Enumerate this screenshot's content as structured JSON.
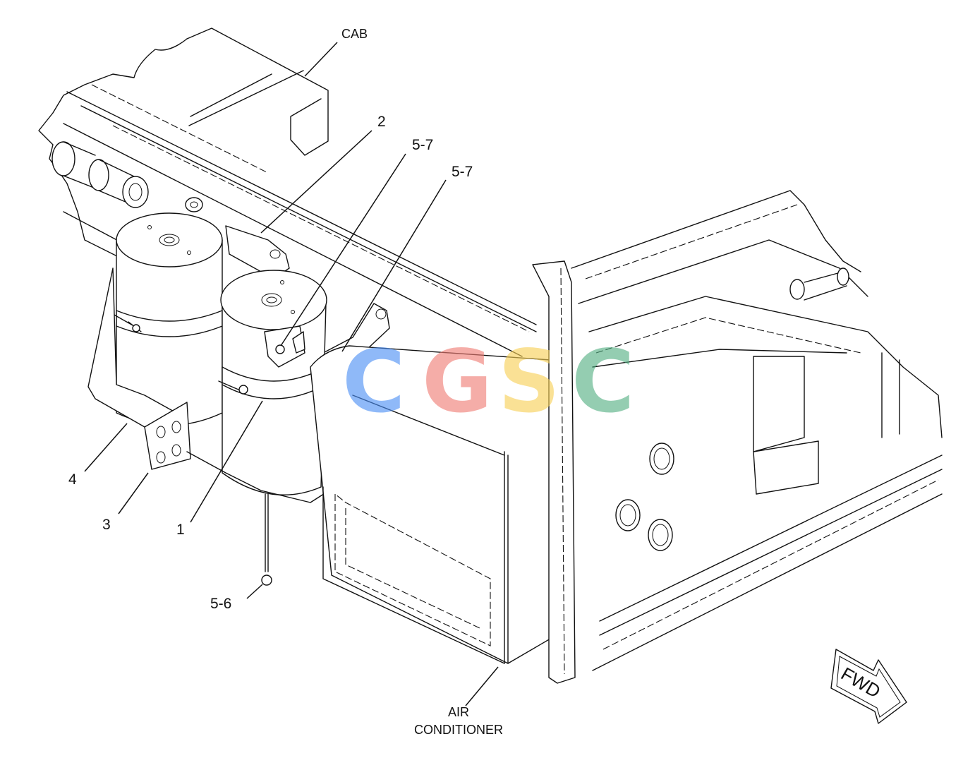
{
  "labels": {
    "cab": "CAB",
    "part_2": "2",
    "part_5_7_a": "5-7",
    "part_5_7_b": "5-7",
    "part_4": "4",
    "part_3": "3",
    "part_1": "1",
    "part_5_6": "5-6",
    "air_line1": "AIR",
    "air_line2": "CONDITIONER",
    "fwd": "FWD"
  },
  "watermark": {
    "letters": [
      "C",
      "G",
      "S",
      "C"
    ],
    "colors": [
      "#4c8ff5",
      "#f07c74",
      "#f7d055",
      "#53b083"
    ]
  }
}
